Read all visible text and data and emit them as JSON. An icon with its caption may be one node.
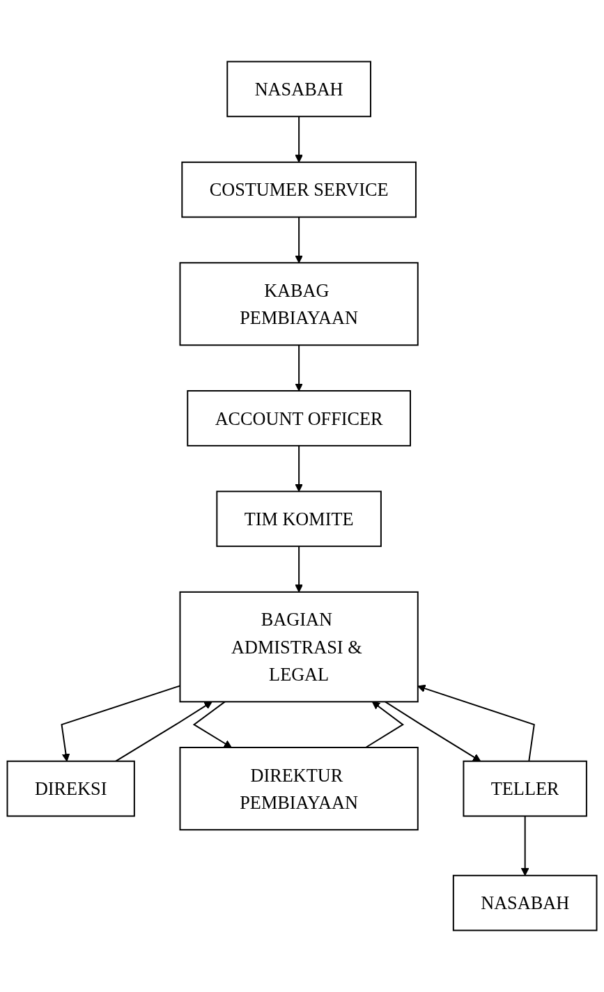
{
  "diagram": {
    "nodes": [
      {
        "text": [
          "NASABAH"
        ]
      },
      {
        "text": [
          "COSTUMER SERVICE"
        ]
      },
      {
        "text": [
          "KABAG PEMBIAYAAN"
        ]
      },
      {
        "text": [
          "ACCOUNT OFFICER"
        ]
      },
      {
        "text": [
          "TIM KOMITE"
        ]
      },
      {
        "text": [
          "BAGIAN ADMISTRASI & LEGAL"
        ]
      },
      {
        "text": [
          "DIREKSI"
        ]
      },
      {
        "text": [
          "DIREKTUR PEMBIAYAAN"
        ]
      },
      {
        "text": [
          "TELLER"
        ]
      },
      {
        "text": [
          "NASABAH"
        ]
      }
    ],
    "edges": [
      {
        "from": 0,
        "to": 1,
        "arrow": "to"
      },
      {
        "from": 1,
        "to": 2,
        "arrow": "to"
      },
      {
        "from": 2,
        "to": 3,
        "arrow": "to"
      },
      {
        "from": 3,
        "to": 4,
        "arrow": "to"
      },
      {
        "from": 4,
        "to": 5,
        "arrow": "to"
      },
      {
        "from": 5,
        "to": 6,
        "arrow": "to"
      },
      {
        "from": 6,
        "to": 5,
        "arrow": "to"
      },
      {
        "from": 5,
        "to": 7,
        "arrow": "to"
      },
      {
        "from": 7,
        "to": 5,
        "arrow": "to"
      },
      {
        "from": 5,
        "to": 8,
        "arrow": "to"
      },
      {
        "from": 8,
        "to": 5,
        "arrow": "to"
      },
      {
        "from": 8,
        "to": 9,
        "arrow": "to"
      }
    ]
  }
}
